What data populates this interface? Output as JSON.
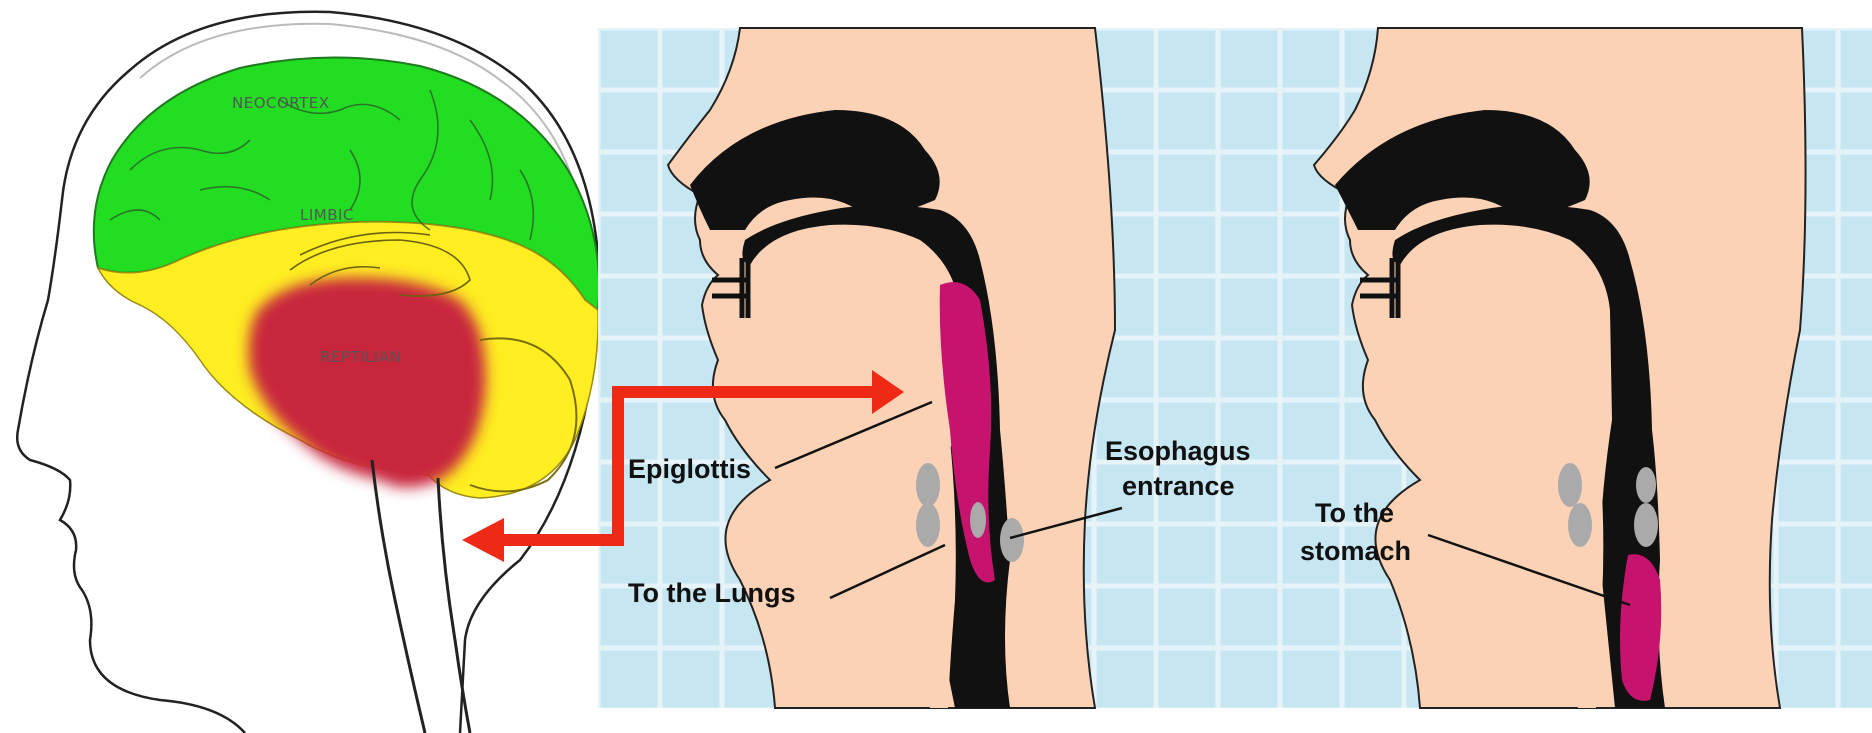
{
  "brain": {
    "regions": [
      {
        "key": "neocortex",
        "label": "NEOCORTEX",
        "color": "#22dd22"
      },
      {
        "key": "limbic",
        "label": "LIMBIC",
        "color": "#ffee22"
      },
      {
        "key": "reptilian",
        "label": "REPTILIAN",
        "color": "#c8283c"
      }
    ]
  },
  "throat": {
    "background_color": "#c6e6f2",
    "skin_color": "#fbd2b6",
    "muscle_color": "#c6136e",
    "labels": {
      "epiglottis": "Epiglottis",
      "esophagus_line1": "Esophagus",
      "esophagus_line2": "entrance",
      "lungs": "To the Lungs",
      "stomach_line1": "To the",
      "stomach_line2": "stomach"
    }
  },
  "connector": {
    "color": "#ee2a16"
  }
}
